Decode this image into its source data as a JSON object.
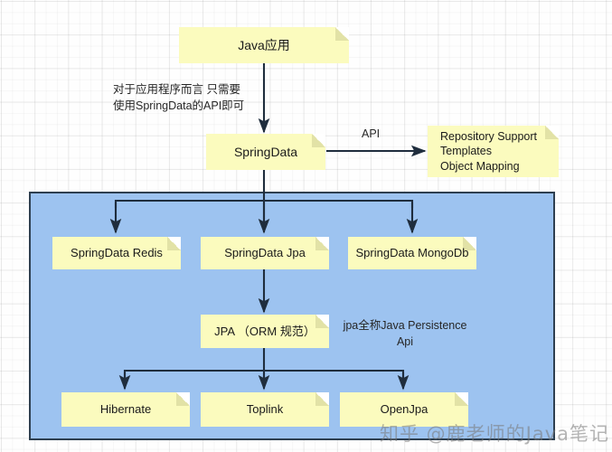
{
  "diagram": {
    "title": "SpringData architecture diagram",
    "colors": {
      "note_fill": "#fbfbbe",
      "region_fill": "#9dc3f0",
      "region_border": "#2e3f50",
      "line": "#1f2d3d",
      "text": "#1a1a1a",
      "watermark": "rgba(120,120,120,0.55)"
    },
    "nodes": {
      "java_app": "Java应用",
      "spring_data": "SpringData",
      "repository_support": "Repository Support\nTemplates\nObject Mapping",
      "springdata_redis": "SpringData Redis",
      "springdata_jpa": "SpringData Jpa",
      "springdata_mongodb": "SpringData MongoDb",
      "jpa_spec": "JPA （ORM 规范）",
      "hibernate": "Hibernate",
      "toplink": "Toplink",
      "openjpa": "OpenJpa"
    },
    "annotations": {
      "app_note": "对于应用程序而言 只需要\n使用SpringData的API即可",
      "api_label": "API",
      "jpa_note": "jpa全称Java Persistence\nApi"
    },
    "watermark": "知乎 @鹿老师的Java笔记"
  }
}
